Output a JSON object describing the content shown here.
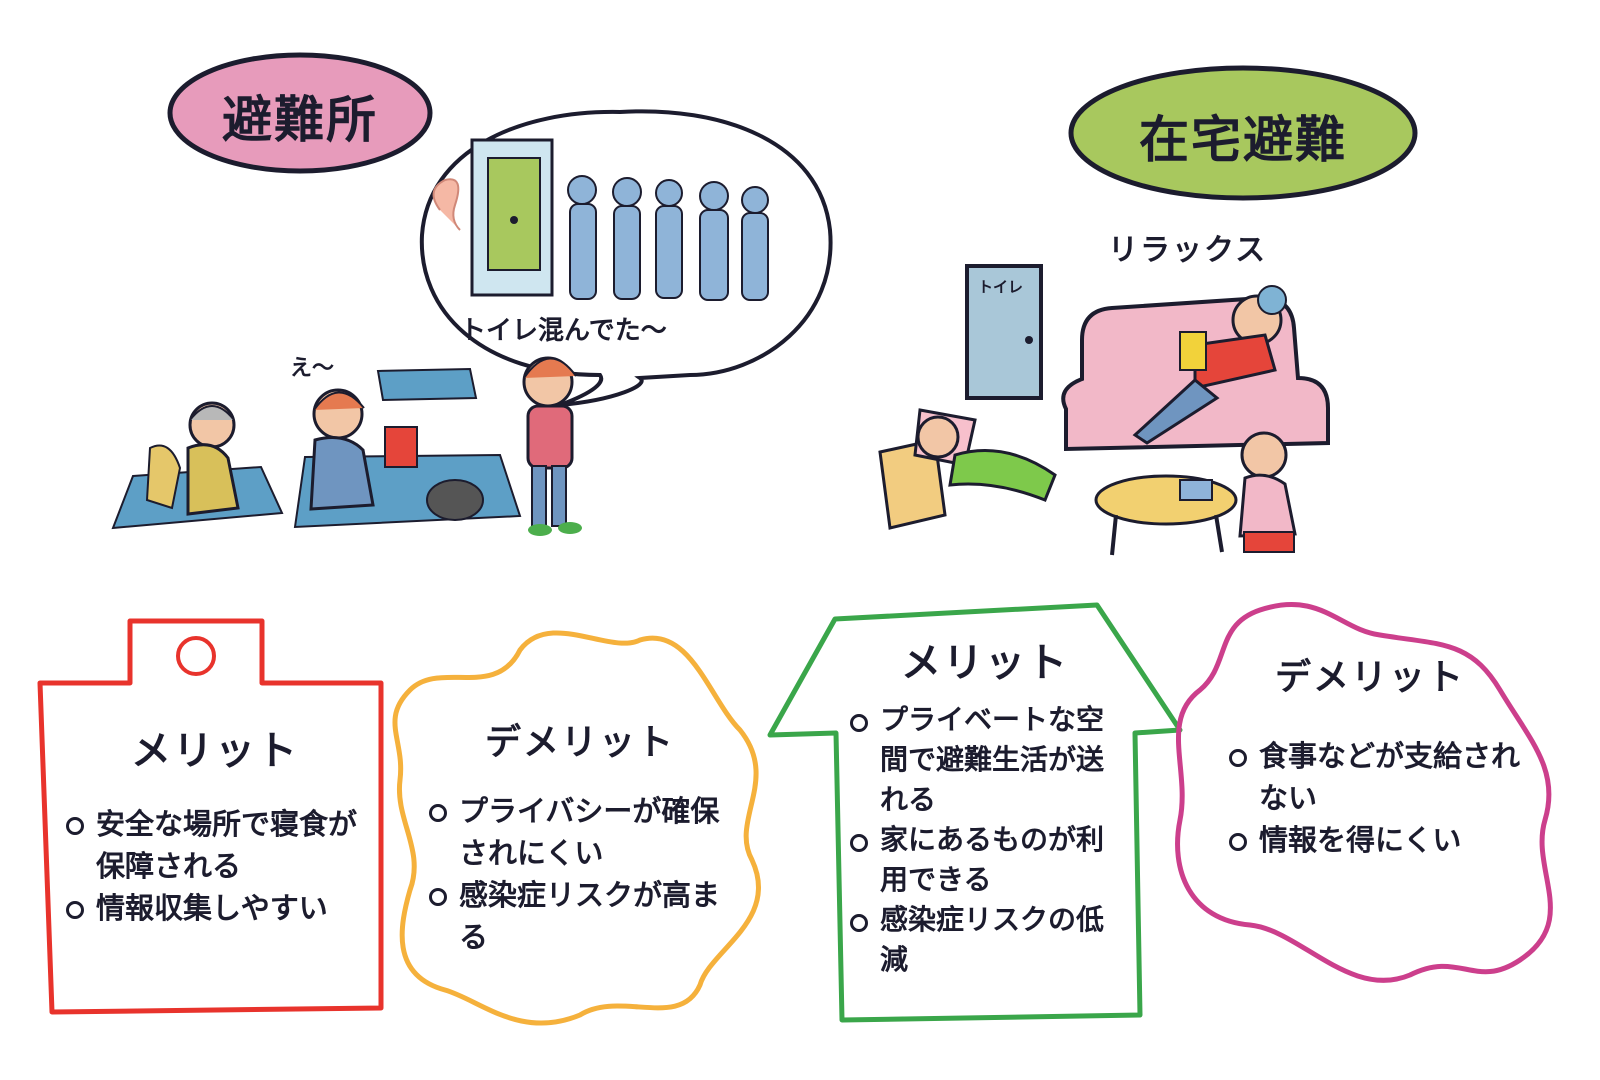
{
  "shelter": {
    "title": "避難所",
    "bubble_text": "トイレ混んでた～",
    "exclaim": "え～",
    "merit": {
      "heading": "メリット",
      "points": [
        "安全な場所で寝食が保障される",
        "情報収集しやすい"
      ]
    },
    "demerit": {
      "heading": "デメリット",
      "points": [
        "プライバシーが確保されにくい",
        "感染症リスクが高まる"
      ]
    }
  },
  "home": {
    "title": "在宅避難",
    "relax": "リラックス",
    "door_label": "トイレ",
    "merit": {
      "heading": "メリット",
      "points": [
        "プライベートな空間で避難生活が送れる",
        "家にあるものが利用できる",
        "感染症リスクの低減"
      ]
    },
    "demerit": {
      "heading": "デメリット",
      "points": [
        "食事などが支給されない",
        "情報を得にくい"
      ]
    }
  },
  "colors": {
    "shelter_badge": "#e79bbb",
    "home_badge": "#a8c85e",
    "merit_shelter": "#e8332c",
    "demerit_shelter": "#f5b13c",
    "merit_home": "#3aa64a",
    "demerit_home": "#cc3f8c",
    "mat": "#5d9fc6"
  }
}
